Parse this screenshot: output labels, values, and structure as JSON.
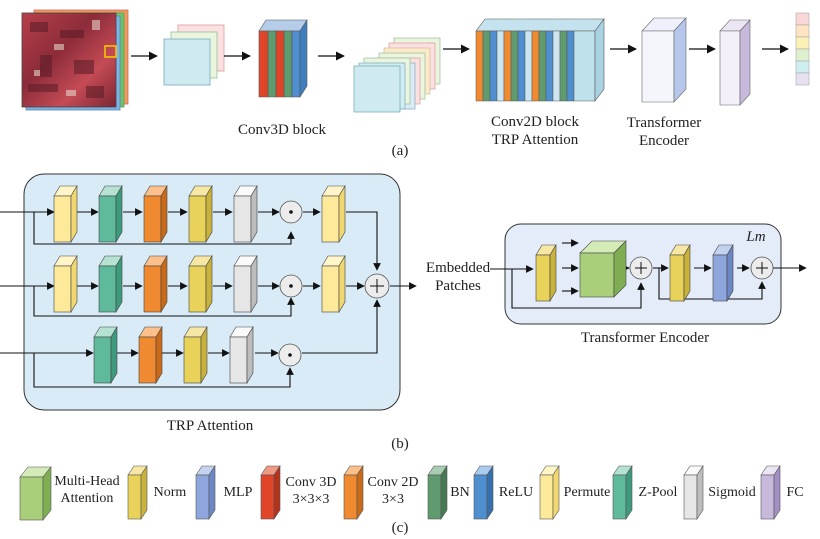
{
  "panel_a": {
    "conv3d_label": "Conv3D block",
    "conv2d_label_1": "Conv2D block",
    "conv2d_label_2": "TRP Attention",
    "transformer_label_1": "Transformer",
    "transformer_label_2": "Encoder",
    "caption": "(a)"
  },
  "panel_b": {
    "trp_label": "TRP Attention",
    "embedded_label_1": "Embedded",
    "embedded_label_2": "Patches",
    "encoder_label": "Transformer Encoder",
    "repeat_label": "Lm",
    "caption": "(b)"
  },
  "legend": {
    "items": [
      {
        "label": "Multi-Head\nAttention",
        "color": "#a9cf7a"
      },
      {
        "label": "Norm",
        "color": "#e8d25a"
      },
      {
        "label": "MLP",
        "color": "#8fa6dd"
      },
      {
        "label": "Conv 3D\n3×3×3",
        "color": "#e0452a"
      },
      {
        "label": "Conv 2D\n3×3",
        "color": "#f08a30"
      },
      {
        "label": "BN",
        "color": "#5f9b6e"
      },
      {
        "label": "ReLU",
        "color": "#4f8fd0"
      },
      {
        "label": "Permute",
        "color": "#fde99a"
      },
      {
        "label": "Z-Pool",
        "color": "#5fb99b"
      },
      {
        "label": "Sigmoid",
        "color": "#e6e6e6"
      },
      {
        "label": "FC",
        "color": "#c7b9dc"
      }
    ],
    "caption": "(c)"
  },
  "colors": {
    "panel_bg": "#d8ebf7",
    "encoder_bg": "#e3ecf8",
    "op_circle": "#ececec"
  }
}
